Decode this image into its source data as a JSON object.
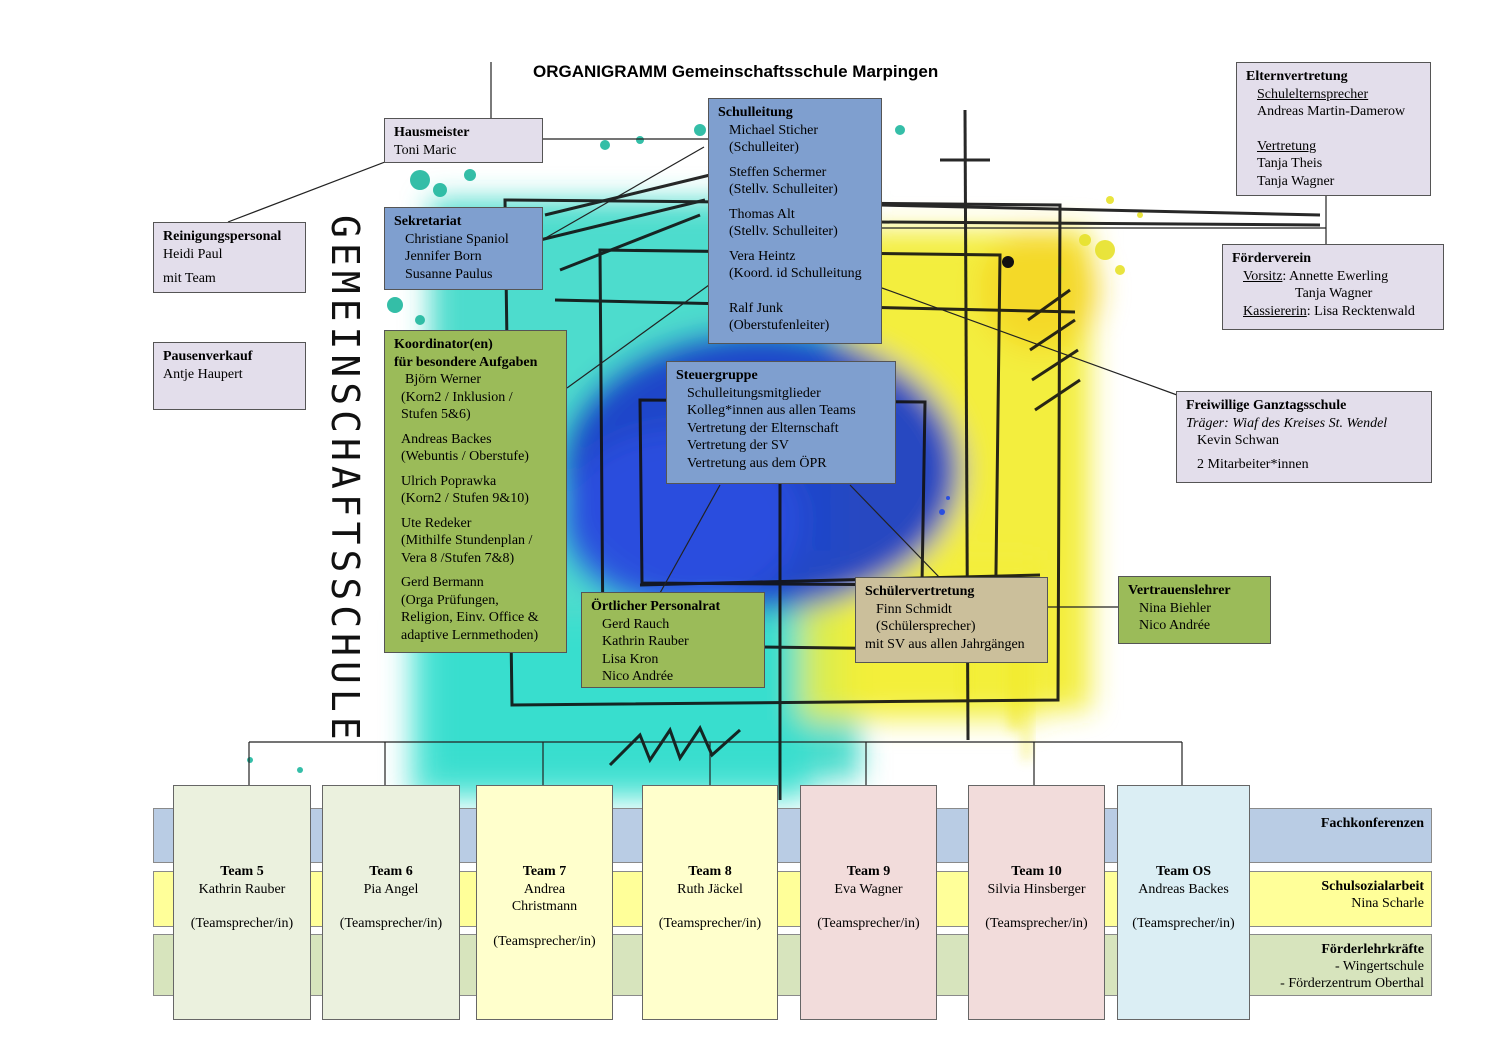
{
  "title": "ORGANIGRAMM Gemeinschaftsschule Marpingen",
  "art_text": "GEMEINSCHAFTSSCHULE",
  "hausmeister": {
    "heading": "Hausmeister",
    "lines": [
      "Toni Maric"
    ]
  },
  "reinigung": {
    "heading": "Reinigungspersonal",
    "lines": [
      "Heidi Paul",
      "mit Team"
    ]
  },
  "pausenverkauf": {
    "heading": "Pausenverkauf",
    "lines": [
      "Antje Haupert"
    ]
  },
  "sekretariat": {
    "heading": "Sekretariat",
    "lines": [
      "Christiane Spaniol",
      "Jennifer Born",
      "Susanne Paulus"
    ]
  },
  "schulleitung": {
    "heading": "Schulleitung",
    "lines": [
      "Michael Sticher",
      "(Schulleiter)",
      "Steffen Schermer",
      "(Stellv. Schulleiter)",
      "Thomas Alt",
      "(Stellv. Schulleiter)",
      "Vera Heintz",
      "(Koord. id Schulleitung",
      "Ralf Junk",
      "(Oberstufenleiter)"
    ]
  },
  "elternvertretung": {
    "heading": "Elternvertretung",
    "sub1": "Schulelternsprecher",
    "name1": "Andreas Martin-Damerow",
    "sub2": "Vertretung",
    "name2": "Tanja Theis",
    "name3": "Tanja Wagner"
  },
  "foerderverein": {
    "heading": "Förderverein",
    "vorsitz_label": "Vorsitz",
    "vorsitz_names": ": Annette Ewerling",
    "vorsitz_name2": "Tanja Wagner",
    "kasse_label": "Kassiererin",
    "kasse_name": ": Lisa Recktenwald"
  },
  "koordinatoren": {
    "heading1": "Koordinator(en)",
    "heading2": "für besondere Aufgaben",
    "groups": [
      [
        "Björn Werner",
        "(Korn2 / Inklusion /",
        "Stufen 5&6)"
      ],
      [
        "Andreas Backes",
        "(Webuntis / Oberstufe)"
      ],
      [
        "Ulrich Poprawka",
        "(Korn2 / Stufen 9&10)"
      ],
      [
        "Ute Redeker",
        "(Mithilfe Stundenplan /",
        "Vera 8 /Stufen 7&8)"
      ],
      [
        "Gerd Bermann",
        "(Orga Prüfungen,",
        "Religion, Einv. Office &",
        "adaptive Lernmethoden)"
      ]
    ]
  },
  "steuergruppe": {
    "heading": "Steuergruppe",
    "lines": [
      "Schulleitungsmitglieder",
      "Kolleg*innen aus allen Teams",
      "Vertretung der Elternschaft",
      "Vertretung der SV",
      "Vertretung aus dem ÖPR"
    ]
  },
  "ganztag": {
    "heading": "Freiwillige Ganztagsschule",
    "traeger": "Träger: Wiaf des Kreises St. Wendel",
    "lines": [
      "Kevin Schwan",
      "2 Mitarbeiter*innen"
    ]
  },
  "personalrat": {
    "heading": "Örtlicher Personalrat",
    "lines": [
      "Gerd Rauch",
      "Kathrin Rauber",
      "Lisa Kron",
      "Nico Andrée"
    ]
  },
  "schuelervertretung": {
    "heading": "Schülervertretung",
    "lines": [
      "Finn Schmidt",
      "(Schülersprecher)",
      "mit SV aus allen Jahrgängen"
    ]
  },
  "vertrauenslehrer": {
    "heading": "Vertrauenslehrer",
    "lines": [
      "Nina Biehler",
      "Nico Andrée"
    ]
  },
  "bands": {
    "fachkonferenzen": "Fachkonferenzen",
    "schulsozialarbeit": "Schulsozialarbeit",
    "schulsozialarbeit_name": "Nina Scharle",
    "foerderlehr": "Förderlehrkräfte",
    "foerderlehr_1": "- Wingertschule",
    "foerderlehr_2": "- Förderzentrum Oberthal"
  },
  "teams": [
    {
      "name": "Team 5",
      "lead": "Kathrin Rauber",
      "role": "(Teamsprecher/in)",
      "color": "#ebf1de"
    },
    {
      "name": "Team 6",
      "lead": "Pia Angel",
      "role": "(Teamsprecher/in)",
      "color": "#ebf1de"
    },
    {
      "name": "Team 7",
      "lead": "Andrea\nChristmann",
      "role": "(Teamsprecher/in)",
      "color": "#ffffcc"
    },
    {
      "name": "Team 8",
      "lead": "Ruth Jäckel",
      "role": "(Teamsprecher/in)",
      "color": "#ffffcc"
    },
    {
      "name": "Team 9",
      "lead": "Eva Wagner",
      "role": "(Teamsprecher/in)",
      "color": "#f2dcdb"
    },
    {
      "name": "Team 10",
      "lead": "Silvia Hinsberger",
      "role": "(Teamsprecher/in)",
      "color": "#f2dcdb"
    },
    {
      "name": "Team OS",
      "lead": "Andreas Backes",
      "role": "(Teamsprecher/in)",
      "color": "#dbeef4"
    }
  ]
}
